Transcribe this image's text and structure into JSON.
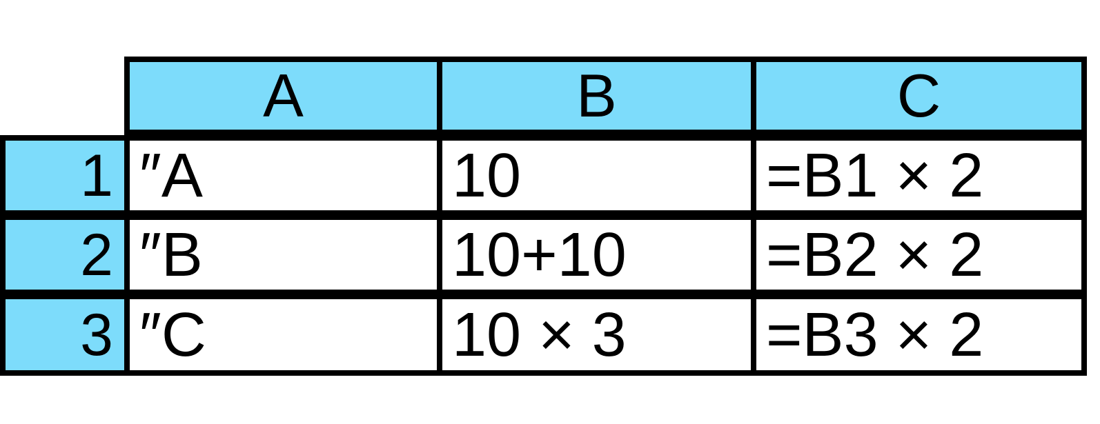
{
  "spreadsheet": {
    "corner_label": "",
    "column_headers": [
      "A",
      "B",
      "C"
    ],
    "row_headers": [
      "1",
      "2",
      "3"
    ],
    "accent_color": "#7DDCFB",
    "border_color": "#000000",
    "background_color": "#FFFFFF",
    "rows": [
      {
        "row_header": "1",
        "cells": [
          {
            "ref": "A1",
            "value": "″A"
          },
          {
            "ref": "B1",
            "value": "10"
          },
          {
            "ref": "C1",
            "value": "=B1 × 2"
          }
        ]
      },
      {
        "row_header": "2",
        "cells": [
          {
            "ref": "A2",
            "value": "″B"
          },
          {
            "ref": "B2",
            "value": "10+10"
          },
          {
            "ref": "C2",
            "value": "=B2 × 2"
          }
        ]
      },
      {
        "row_header": "3",
        "cells": [
          {
            "ref": "A3",
            "value": "″C"
          },
          {
            "ref": "B3",
            "value": "10 × 3"
          },
          {
            "ref": "C3",
            "value": "=B3 × 2"
          }
        ]
      }
    ]
  }
}
